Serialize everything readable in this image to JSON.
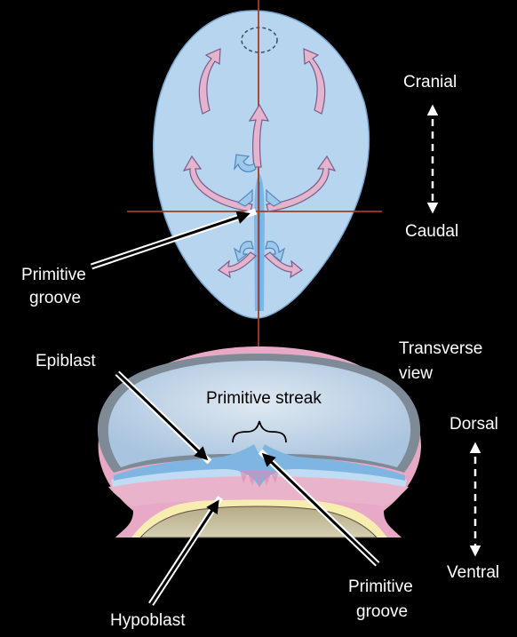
{
  "labels": {
    "cranial": "Cranial",
    "caudal": "Caudal",
    "primitive_groove_top_line1": "Primitive",
    "primitive_groove_top_line2": "groove",
    "epiblast": "Epiblast",
    "transverse_line1": "Transverse",
    "transverse_line2": "view",
    "primitive_streak": "Primitive streak",
    "dorsal": "Dorsal",
    "ventral": "Ventral",
    "primitive_groove_bottom_line1": "Primitive",
    "primitive_groove_bottom_line2": "groove",
    "hypoblast": "Hypoblast"
  },
  "colors": {
    "background": "#000000",
    "embryo_fill": "#b7d5ee",
    "cell_arrow": "#e3b4cc",
    "streak_blue": "#7fb6e1",
    "axis_line": "#a23b2b",
    "pink_layer": "#e8a9c7",
    "yellow_layer": "#f7edb0",
    "yolk": "#c9bf9b"
  }
}
